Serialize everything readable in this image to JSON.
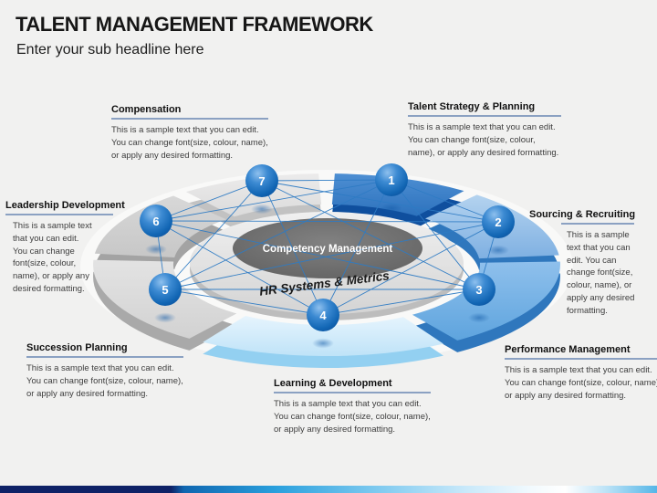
{
  "header": {
    "title": "TALENT MANAGEMENT FRAMEWORK",
    "subtitle": "Enter your sub headline here"
  },
  "diagram": {
    "center_label": "Competency Management",
    "ring_label": "HR Systems & Metrics",
    "node_numbers": [
      "1",
      "2",
      "3",
      "4",
      "5",
      "6",
      "7"
    ]
  },
  "sections": [
    {
      "id": "compensation",
      "title": "Compensation",
      "body": "This is a sample text that you can edit. You can change font(size, colour, name), or apply any desired formatting."
    },
    {
      "id": "talent-strategy-planning",
      "title": "Talent Strategy & Planning",
      "body": "This is a sample text that you can edit. You can change font(size, colour, name), or apply any desired formatting."
    },
    {
      "id": "leadership-development",
      "title": "Leadership Development",
      "body": "This is a sample text that you can edit. You can change font(size, colour, name), or apply any desired formatting."
    },
    {
      "id": "sourcing-recruiting",
      "title": "Sourcing & Recruiting",
      "body": "This is a sample text that you can edit. You can change font(size, colour, name), or apply any desired formatting."
    },
    {
      "id": "succession-planning",
      "title": "Succession Planning",
      "body": "This is a sample text that you can edit. You can change font(size, colour, name), or apply any desired formatting."
    },
    {
      "id": "learning-development",
      "title": "Learning & Development",
      "body": "This is a sample text that you can edit. You can change font(size, colour, name), or apply any desired formatting."
    },
    {
      "id": "performance-management",
      "title": "Performance Management",
      "body": "This is a sample text that you can edit. You can change font(size, colour, name), or apply any desired formatting."
    }
  ],
  "colors": {
    "background": "#f1f1f0",
    "sphere_blue": "#1266b4",
    "line_blue": "#2e7bc4",
    "heading_underline": "#8ba1c2",
    "navy_bar": "#0e2166",
    "dark_blue_segment": "#0f4f9e",
    "light_blue_segment": "#cfe9fb",
    "center_ellipse_gray": "#6e6e6e"
  }
}
